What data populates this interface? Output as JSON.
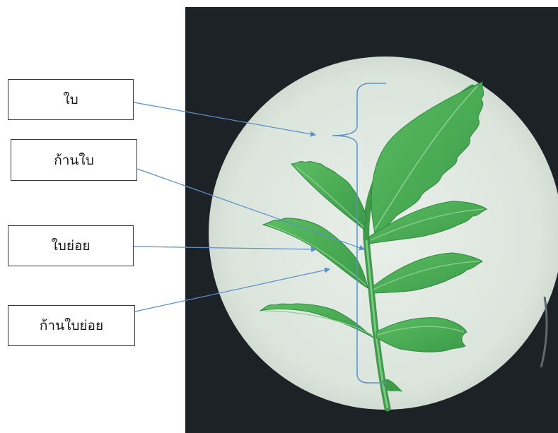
{
  "labels": {
    "leaf": "ใบ",
    "petiole": "ก้านใบ",
    "leaflet": "ใบย่อย",
    "petiolule": "ก้านใบย่อย"
  },
  "colors": {
    "background_dark": "#1c2226",
    "viewfield": "#dfe8e0",
    "leaf_green": "#4fae58",
    "leaf_dark": "#2f8a3c",
    "arrow_line": "#5a8fc8",
    "box_border": "#3a3a3a"
  }
}
